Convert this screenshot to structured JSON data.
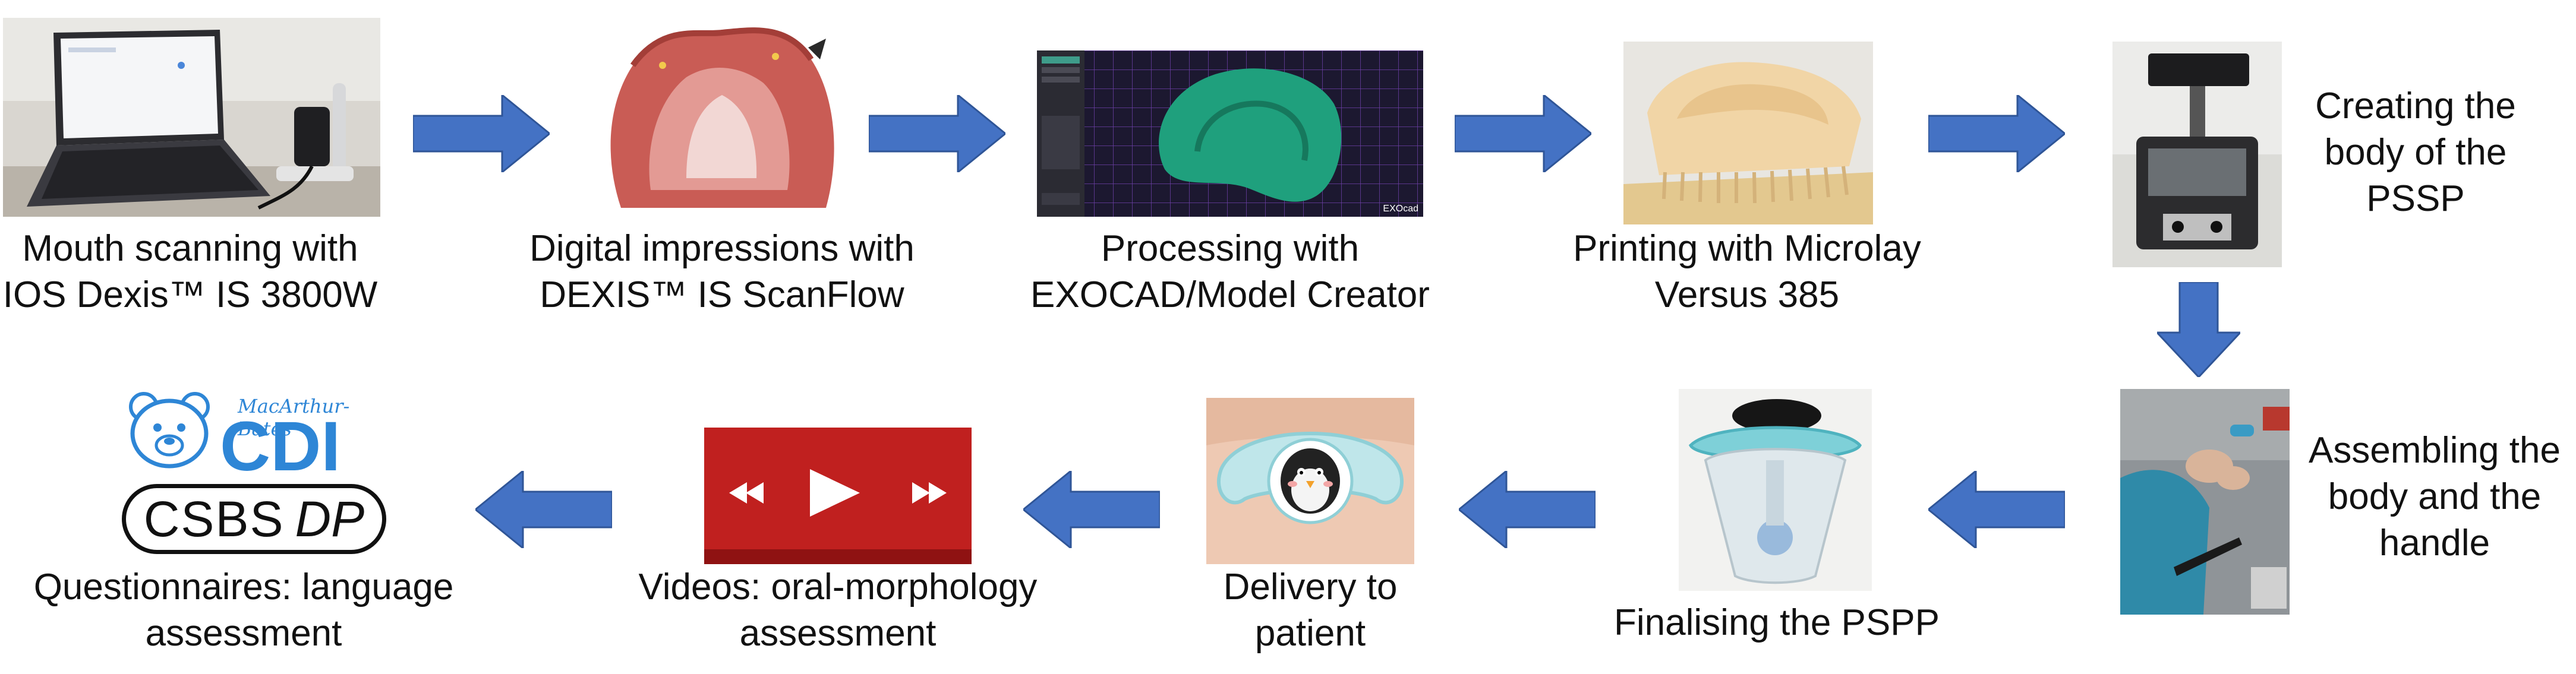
{
  "accent": "#4472c4",
  "steps": [
    {
      "id": "scan",
      "lines": [
        "Mouth scanning with",
        "IOS Dexis™ IS 3800W"
      ],
      "image": "laptop-and-intraoral-scanner-photo"
    },
    {
      "id": "impressions",
      "lines": [
        "Digital impressions with",
        "DEXIS™ IS ScanFlow"
      ],
      "image": "3d-palate-scan-render"
    },
    {
      "id": "processing",
      "lines": [
        "Processing with",
        "EXOCAD/Model Creator"
      ],
      "image": "exocad-software-screenshot"
    },
    {
      "id": "printing",
      "lines": [
        "Printing with Microlay",
        "Versus 385"
      ],
      "image": "printed-resin-model-photo"
    },
    {
      "id": "body",
      "lines": [
        "Creating the",
        "body of the",
        "PSSP"
      ],
      "image": "vacuum-forming-machine-photo"
    },
    {
      "id": "assembling",
      "lines": [
        "Assembling the",
        "body and the",
        "handle"
      ],
      "image": "hands-assembling-photo"
    },
    {
      "id": "finalising",
      "lines": [
        "Finalising the PSPP"
      ],
      "image": "finished-pacifier-plate-photo"
    },
    {
      "id": "delivery",
      "lines": [
        "Delivery to",
        "patient"
      ],
      "image": "baby-with-pacifier-photo"
    },
    {
      "id": "videos",
      "lines": [
        "Videos: oral-morphology",
        "assessment"
      ],
      "image": "video-player-icon"
    },
    {
      "id": "questionnaires",
      "lines": [
        "Questionnaires: language",
        "assessment"
      ],
      "image": "cdi-csbs-logos"
    }
  ],
  "exocad_brand": "EXOcad",
  "logos": {
    "cdi_script": "MacArthur-Bates",
    "cdi": "CDI",
    "csbs": "CSBS",
    "dp": "DP"
  }
}
